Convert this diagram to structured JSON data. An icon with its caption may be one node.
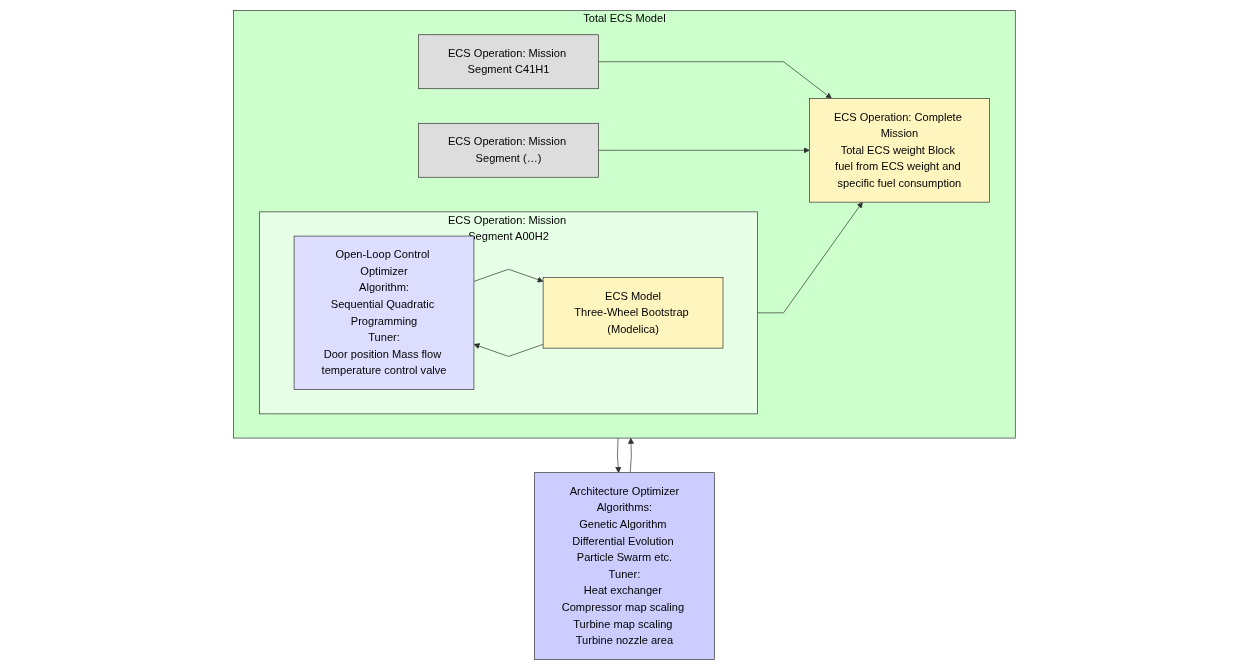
{
  "diagram": {
    "nodes": [
      {
        "text": [
          "Architecture Optimizer",
          "Algorithms:",
          "Genetic Algorithm Differential Evolution Particle Swarm etc.",
          "Tuner:",
          "Heat exchanger Compressor map scaling Turbine map scaling Turbine nozzle area"
        ]
      },
      {
        "text": [
          "Total ECS Model"
        ]
      },
      {
        "text": [
          "ECS Operation: Mission Segment (…)"
        ],
        "in": 1
      },
      {
        "text": [
          "ECS Operation: Mission Segment C41H1"
        ],
        "in": 1
      },
      {
        "text": [
          "ECS Operation: Mission Segment A00H2"
        ],
        "in": 1
      },
      {
        "text": [
          "Open-Loop Control Optimizer",
          "Algorithm:",
          "Sequential Quadratic Programming",
          "Tuner:",
          "Door position Mass flow temperature control valve"
        ],
        "in": 4
      },
      {
        "text": [
          "ECS Model",
          "Three-Wheel Bootstrap (Modelica)"
        ],
        "in": 4
      },
      {
        "text": [
          "ECS Operation: Complete Mission",
          "Total ECS weight Block fuel from ECS weight and specific fuel consumption"
        ],
        "in": 1
      }
    ],
    "edges": [
      {
        "from": 0,
        "to": 1,
        "arrow": "to"
      },
      {
        "from": 1,
        "to": 0,
        "arrow": "to"
      },
      {
        "from": 5,
        "to": 6,
        "arrow": "to"
      },
      {
        "from": 6,
        "to": 5,
        "arrow": "to"
      },
      {
        "from": 4,
        "to": 7,
        "arrow": "to"
      },
      {
        "from": 3,
        "to": 7,
        "arrow": "to"
      },
      {
        "from": 2,
        "to": 7,
        "arrow": "to"
      }
    ]
  }
}
